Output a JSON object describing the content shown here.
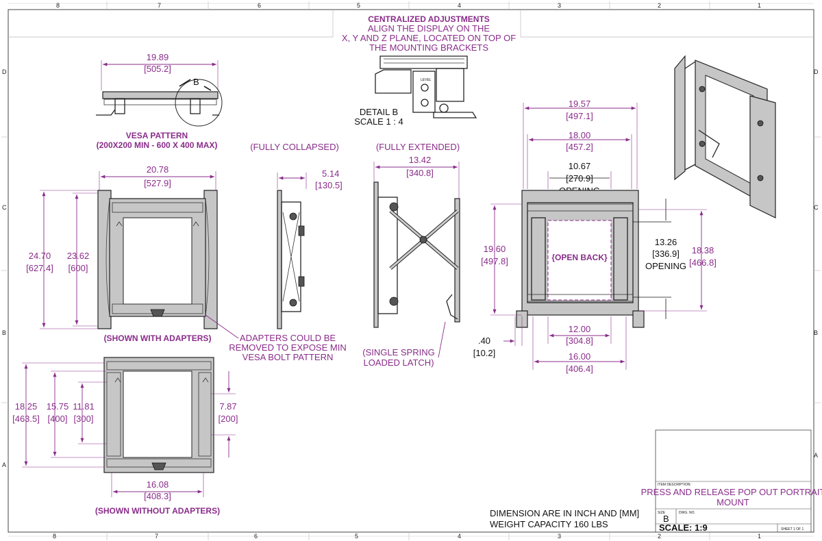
{
  "border": {
    "zones_top": [
      "8",
      "7",
      "6",
      "5",
      "4",
      "3",
      "2",
      "1"
    ],
    "zones_bottom": [
      "8",
      "7",
      "6",
      "5",
      "4",
      "3",
      "2",
      "1"
    ],
    "rows_left": [
      "D",
      "C",
      "B",
      "A"
    ],
    "rows_right": [
      "D",
      "C",
      "B",
      "A"
    ]
  },
  "header_note": {
    "title": "CENTRALIZED ADJUSTMENTS",
    "line1": "ALIGN THE DISPLAY ON THE",
    "line2": "X, Y AND Z PLANE, LOCATED ON TOP OF",
    "line3": "THE MOUNTING BRACKETS"
  },
  "detail": {
    "callout": "B",
    "label": "DETAIL B",
    "scale": "SCALE 1 : 4",
    "tag_level": "LEVEL"
  },
  "top_view": {
    "width_in": "19.89",
    "width_mm": "[505.2]",
    "caption_l1": "VESA PATTERN",
    "caption_l2": "(200X200 MIN - 600 X 400 MAX)"
  },
  "front_with_adapters": {
    "width_in": "20.78",
    "width_mm": "[527.9]",
    "height_in": "24.70",
    "height_mm": "[627.4]",
    "inner_in": "23.62",
    "inner_mm": "[600]",
    "caption": "(SHOWN WITH ADAPTERS)",
    "note_l1": "ADAPTERS COULD BE",
    "note_l2": "REMOVED TO EXPOSE MIN",
    "note_l3": "VESA BOLT PATTERN"
  },
  "side_collapsed": {
    "caption": "(FULLY COLLAPSED)",
    "depth_in": "5.14",
    "depth_mm": "[130.5]"
  },
  "side_extended": {
    "caption": "(FULLY EXTENDED)",
    "depth_in": "13.42",
    "depth_mm": "[340.8]",
    "latch_l1": "(SINGLE SPRING",
    "latch_l2": "LOADED LATCH)"
  },
  "rear_view": {
    "outer_in": "19.57",
    "outer_mm": "[497.1]",
    "w2_in": "18.00",
    "w2_mm": "[457.2]",
    "open_w_in": "10.67",
    "open_w_mm": "[270.9]",
    "open_w_label": "OPENING",
    "left_h_in": "19.60",
    "left_h_mm": "[497.8]",
    "open_h_in": "13.26",
    "open_h_mm": "[336.9]",
    "open_h_label": "OPENING",
    "right_h_in": "18.38",
    "right_h_mm": "[466.8]",
    "center_label": "{OPEN BACK}",
    "b1_in": "12.00",
    "b1_mm": "[304.8]",
    "b2_in": "16.00",
    "b2_mm": "[406.4]",
    "offset_in": ".40",
    "offset_mm": "[10.2]"
  },
  "front_without_adapters": {
    "h1_in": "18.25",
    "h1_mm": "[463.5]",
    "h2_in": "15.75",
    "h2_mm": "[400]",
    "h3_in": "11.81",
    "h3_mm": "[300]",
    "h4_in": "7.87",
    "h4_mm": "[200]",
    "width_in": "16.08",
    "width_mm": "[408.3]",
    "caption": "(SHOWN WITHOUT ADAPTERS)"
  },
  "notes": {
    "line1": "DIMENSION ARE IN INCH AND [MM]",
    "line2": "WEIGHT CAPACITY 160 LBS"
  },
  "title_block": {
    "item_desc_label": "ITEM DESCRIPTION:",
    "item_desc_l1": "PRESS AND RELEASE POP OUT PORTRAIT",
    "item_desc_l2": "MOUNT",
    "size_label": "SIZE",
    "size_value": "B",
    "dwg_label": "DWG. NO.",
    "scale": "SCALE: 1:9",
    "sheet": "SHEET 1 OF 1"
  },
  "colors": {
    "dimension": "#8a2c8a",
    "lines": "#222222"
  }
}
